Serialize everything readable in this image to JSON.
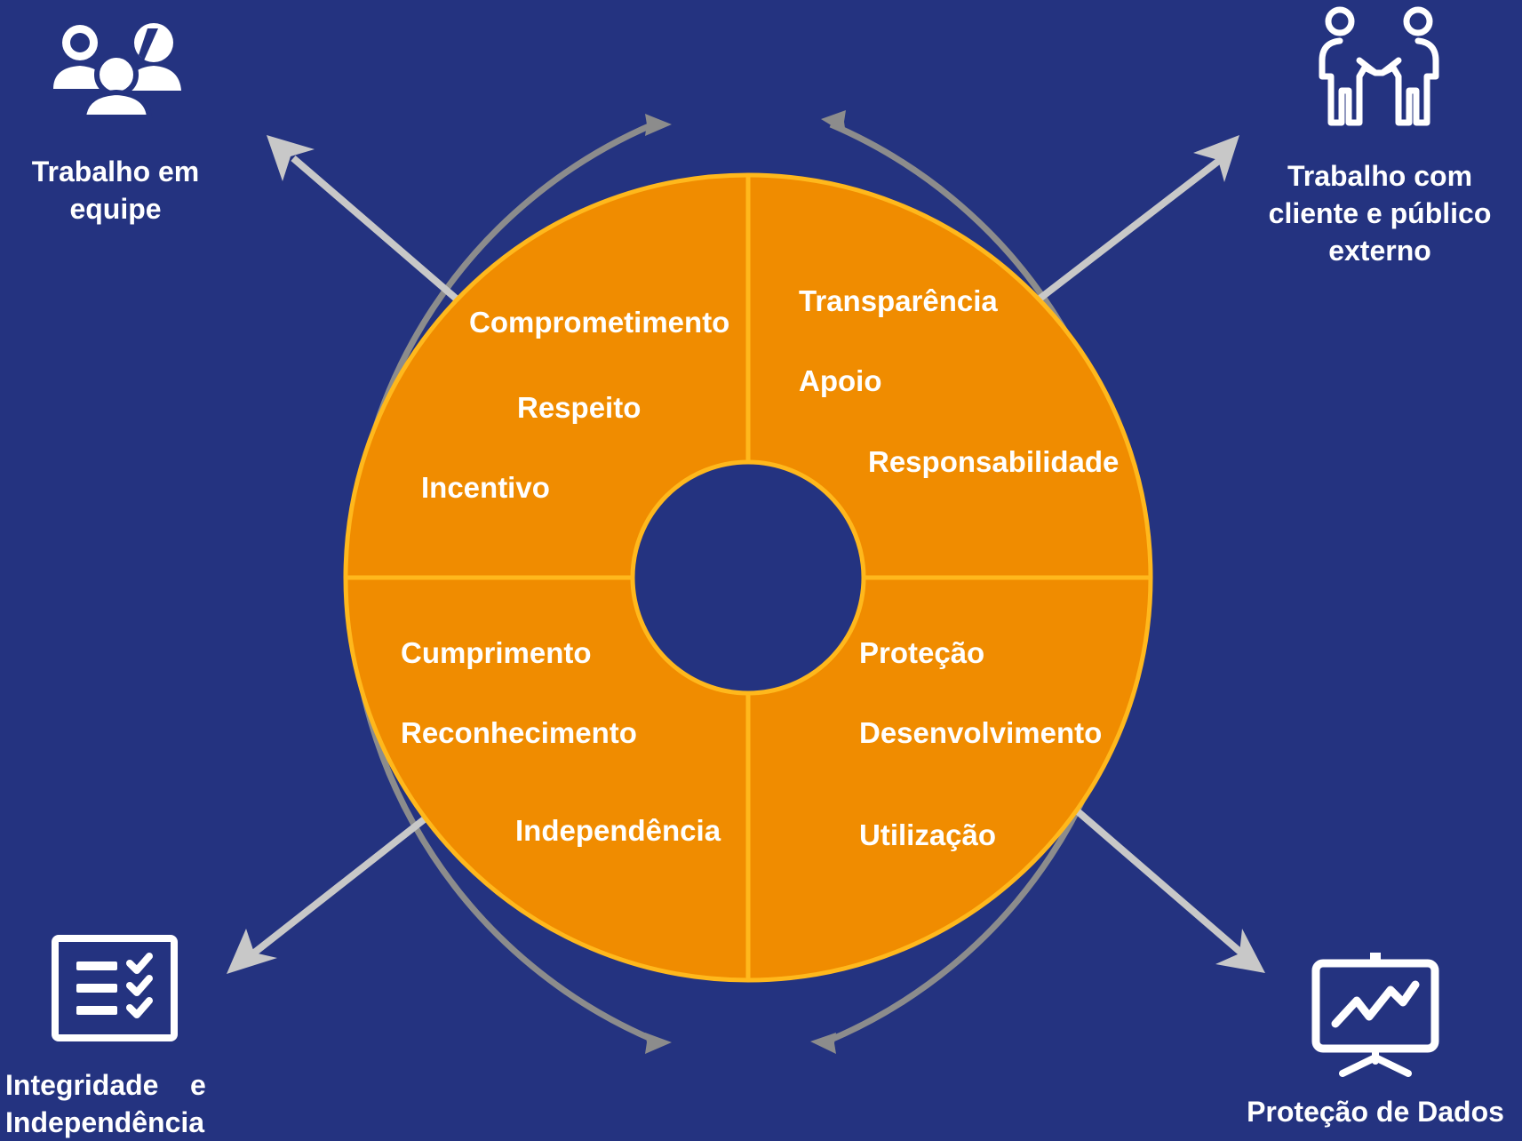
{
  "colors": {
    "background": "#243380",
    "ring_fill": "#F08C00",
    "ring_stroke": "#FFB81C",
    "outer_arc": "#8C8C8C",
    "spoke_arrow": "#C8C8C8",
    "text": "#FFFFFF"
  },
  "quadrants": {
    "top_left": {
      "words": [
        "Comprometimento",
        "Respeito",
        "Incentivo"
      ]
    },
    "top_right": {
      "words": [
        "Transparência",
        "Apoio",
        "Responsabilidade"
      ]
    },
    "bottom_left": {
      "words": [
        "Cumprimento",
        "Reconhecimento",
        "Independência"
      ]
    },
    "bottom_right": {
      "words": [
        "Proteção",
        "Desenvolvimento",
        "Utilização"
      ]
    }
  },
  "corners": {
    "top_left": {
      "icon": "team-people-icon",
      "label_lines": [
        "Trabalho em",
        "equipe"
      ]
    },
    "top_right": {
      "icon": "handshake-people-icon",
      "label_lines": [
        "Trabalho com",
        "cliente e público",
        "externo"
      ]
    },
    "bottom_left": {
      "icon": "checklist-icon",
      "label_lines": [
        "Integridade    e",
        "Independência"
      ]
    },
    "bottom_right": {
      "icon": "presentation-chart-icon",
      "label_lines": [
        "Proteção de Dados"
      ]
    }
  }
}
